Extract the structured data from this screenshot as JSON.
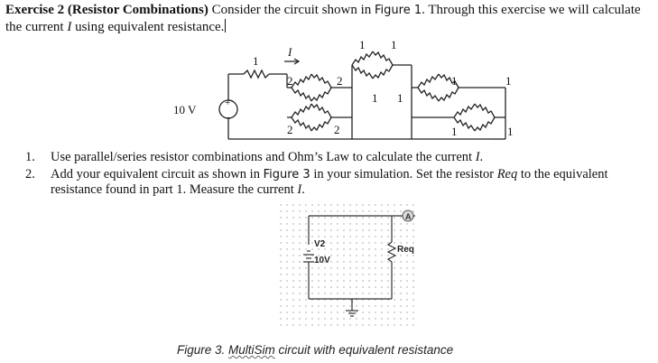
{
  "exercise": {
    "heading": "Exercise 2 (Resistor Combinations)",
    "intro_1": " Consider the circuit shown in ",
    "figure_ref": "Figure 1",
    "intro_2": ". Through this exercise we will calculate the current ",
    "current_symbol": "I",
    "intro_3": " using equivalent resistance."
  },
  "circuit": {
    "source_label": "10 V",
    "source_plus": "+",
    "source_minus": "–",
    "series_resistor": "1",
    "current_label": "I",
    "res_2_a": "2",
    "res_2_b": "2",
    "res_2_c": "2",
    "res_2_d": "2",
    "res_1_a": "1",
    "res_1_b": "1",
    "res_1_c": "1",
    "res_1_d": "1",
    "res_1_e": "1",
    "res_1_f": "1",
    "res_1_g": "1",
    "res_1_h": "1"
  },
  "instructions": [
    {
      "number": "1.",
      "text_a": "Use parallel/series resistor combinations and Ohm’s Law to calculate the current ",
      "sym": "I",
      "text_b": "."
    },
    {
      "number": "2.",
      "text_a": "Add your equivalent circuit as shown in ",
      "fig": "Figure 3",
      "text_b": " in your simulation.  Set the resistor ",
      "sym": "Req",
      "text_c": " to the equivalent resistance found in part 1.  Measure the current ",
      "sym2": "I",
      "text_d": "."
    }
  ],
  "multisim": {
    "source_name": "V2",
    "source_value": "10V",
    "resistor_name": "Req",
    "ammeter_symbol": "A"
  },
  "caption": {
    "prefix": "Figure 3. ",
    "app": "MultiSim",
    "suffix": " circuit with equivalent resistance"
  }
}
